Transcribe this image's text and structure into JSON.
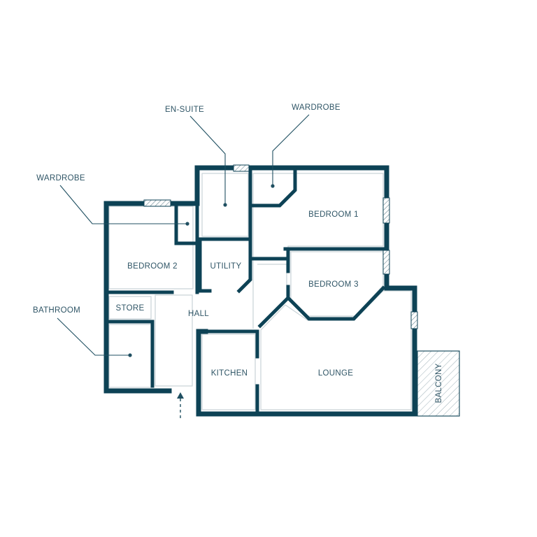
{
  "rooms": {
    "bedroom1": "BEDROOM 1",
    "bedroom2": "BEDROOM 2",
    "bedroom3": "BEDROOM 3",
    "utility": "UTILITY",
    "store": "STORE",
    "hall": "HALL",
    "kitchen": "KITCHEN",
    "lounge": "LOUNGE",
    "balcony": "BALCONY"
  },
  "callouts": {
    "ensuite": "EN-SUITE",
    "wardrobe_top": "WARDROBE",
    "wardrobe_left": "WARDROBE",
    "bathroom": "BATHROOM"
  },
  "colors": {
    "wall": "#0d4255",
    "label": "#2f5566",
    "background": "#ffffff"
  },
  "icons": {
    "entrance": "entrance-arrow-icon",
    "window": "window-hatch-icon"
  }
}
